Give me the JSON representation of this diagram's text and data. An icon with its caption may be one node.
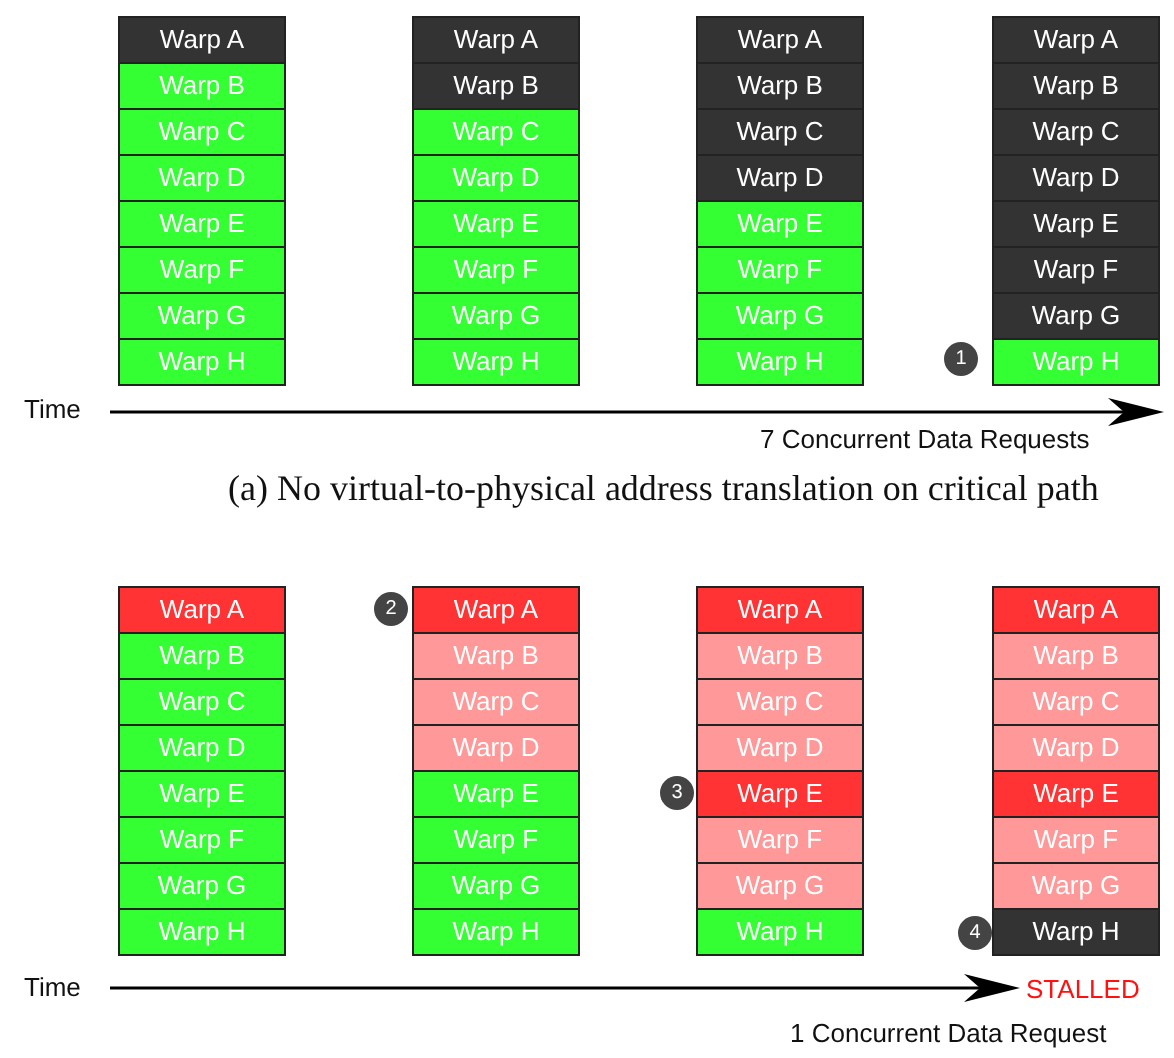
{
  "diagram": {
    "caption": "(a) No virtual-to-physical address translation on critical path",
    "nodes": [
      {
        "text": [
          "Warp A"
        ]
      },
      {
        "text": [
          "Warp B"
        ]
      },
      {
        "text": [
          "Warp C"
        ]
      },
      {
        "text": [
          "Warp D"
        ]
      },
      {
        "text": [
          "Warp E"
        ]
      },
      {
        "text": [
          "Warp F"
        ]
      },
      {
        "text": [
          "Warp G"
        ]
      },
      {
        "text": [
          "Warp H"
        ]
      },
      {
        "text": [
          "Warp A"
        ]
      },
      {
        "text": [
          "Warp B"
        ]
      },
      {
        "text": [
          "Warp C"
        ]
      },
      {
        "text": [
          "Warp D"
        ]
      },
      {
        "text": [
          "Warp E"
        ]
      },
      {
        "text": [
          "Warp F"
        ]
      },
      {
        "text": [
          "Warp G"
        ]
      },
      {
        "text": [
          "Warp H"
        ]
      },
      {
        "text": [
          "Warp A"
        ]
      },
      {
        "text": [
          "Warp B"
        ]
      },
      {
        "text": [
          "Warp C"
        ]
      },
      {
        "text": [
          "Warp D"
        ]
      },
      {
        "text": [
          "Warp E"
        ]
      },
      {
        "text": [
          "Warp F"
        ]
      },
      {
        "text": [
          "Warp G"
        ]
      },
      {
        "text": [
          "Warp H"
        ]
      },
      {
        "text": [
          "Warp A"
        ]
      },
      {
        "text": [
          "Warp B"
        ]
      },
      {
        "text": [
          "Warp C"
        ]
      },
      {
        "text": [
          "Warp D"
        ]
      },
      {
        "text": [
          "Warp E"
        ]
      },
      {
        "text": [
          "Warp F"
        ]
      },
      {
        "text": [
          "Warp G"
        ]
      },
      {
        "text": [
          "Warp H"
        ]
      },
      {
        "text": [
          "Warp A"
        ]
      },
      {
        "text": [
          "Warp B"
        ]
      },
      {
        "text": [
          "Warp C"
        ]
      },
      {
        "text": [
          "Warp D"
        ]
      },
      {
        "text": [
          "Warp E"
        ]
      },
      {
        "text": [
          "Warp F"
        ]
      },
      {
        "text": [
          "Warp G"
        ]
      },
      {
        "text": [
          "Warp H"
        ]
      },
      {
        "text": [
          "Warp A"
        ]
      },
      {
        "text": [
          "Warp B"
        ]
      },
      {
        "text": [
          "Warp C"
        ]
      },
      {
        "text": [
          "Warp D"
        ]
      },
      {
        "text": [
          "Warp E"
        ]
      },
      {
        "text": [
          "Warp F"
        ]
      },
      {
        "text": [
          "Warp G"
        ]
      },
      {
        "text": [
          "Warp H"
        ]
      },
      {
        "text": [
          "Warp A"
        ]
      },
      {
        "text": [
          "Warp B"
        ]
      },
      {
        "text": [
          "Warp C"
        ]
      },
      {
        "text": [
          "Warp D"
        ]
      },
      {
        "text": [
          "Warp E"
        ]
      },
      {
        "text": [
          "Warp F"
        ]
      },
      {
        "text": [
          "Warp G"
        ]
      },
      {
        "text": [
          "Warp H"
        ]
      },
      {
        "text": [
          "Warp A"
        ]
      },
      {
        "text": [
          "Warp B"
        ]
      },
      {
        "text": [
          "Warp C"
        ]
      },
      {
        "text": [
          "Warp D"
        ]
      },
      {
        "text": [
          "Warp E"
        ]
      },
      {
        "text": [
          "Warp F"
        ]
      },
      {
        "text": [
          "Warp G"
        ]
      },
      {
        "text": [
          "Warp H"
        ]
      }
    ],
    "labels": [
      "1",
      "Time",
      "7 Concurrent Data Requests",
      "2",
      "3",
      "4",
      "Time",
      "STALLED",
      "1 Concurrent Data Request"
    ]
  }
}
